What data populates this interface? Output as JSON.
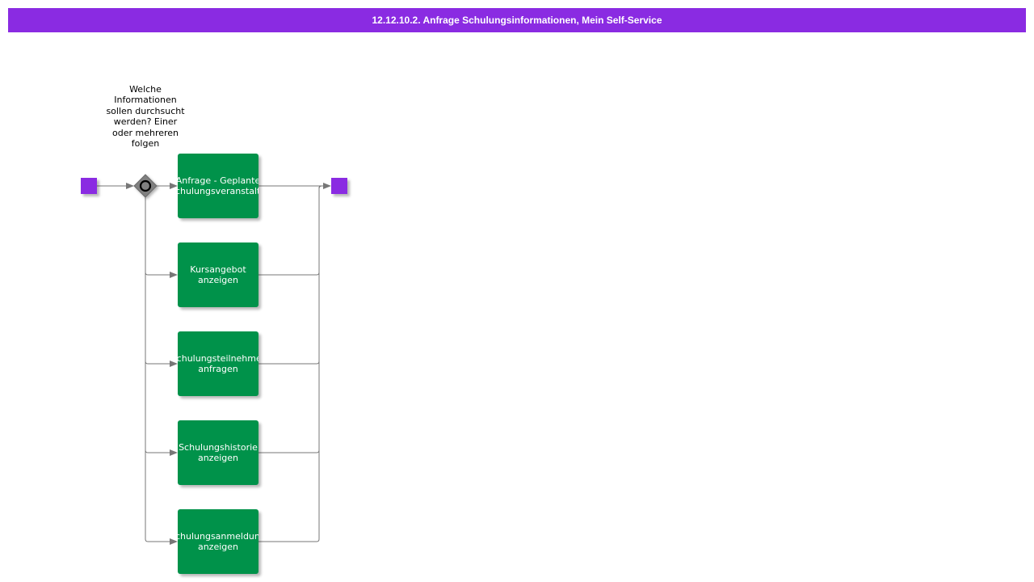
{
  "title": "12.12.10.2. Anfrage Schulungsinformationen, Mein Self-Service",
  "colors": {
    "title_bar": "#8a2be2",
    "event": "#8a2be2",
    "task": "#00924a",
    "connector": "#777777",
    "gateway": "#808080"
  },
  "gateway": {
    "type": "inclusive-or",
    "label": "Welche Informationen sollen durchsucht werden? Einer oder mehreren folgen"
  },
  "tasks": [
    {
      "label": "Anfrage - Geplante Schulungsveranstaltungen"
    },
    {
      "label": "Kursangebot anzeigen"
    },
    {
      "label": "Schulungsteilnehmer anfragen"
    },
    {
      "label": "Schulungshistorie anzeigen"
    },
    {
      "label": "Schulungsanmeldungen anzeigen"
    }
  ],
  "icons": {
    "start": "start-event-icon",
    "end": "end-event-icon",
    "gateway": "inclusive-gateway-icon"
  }
}
